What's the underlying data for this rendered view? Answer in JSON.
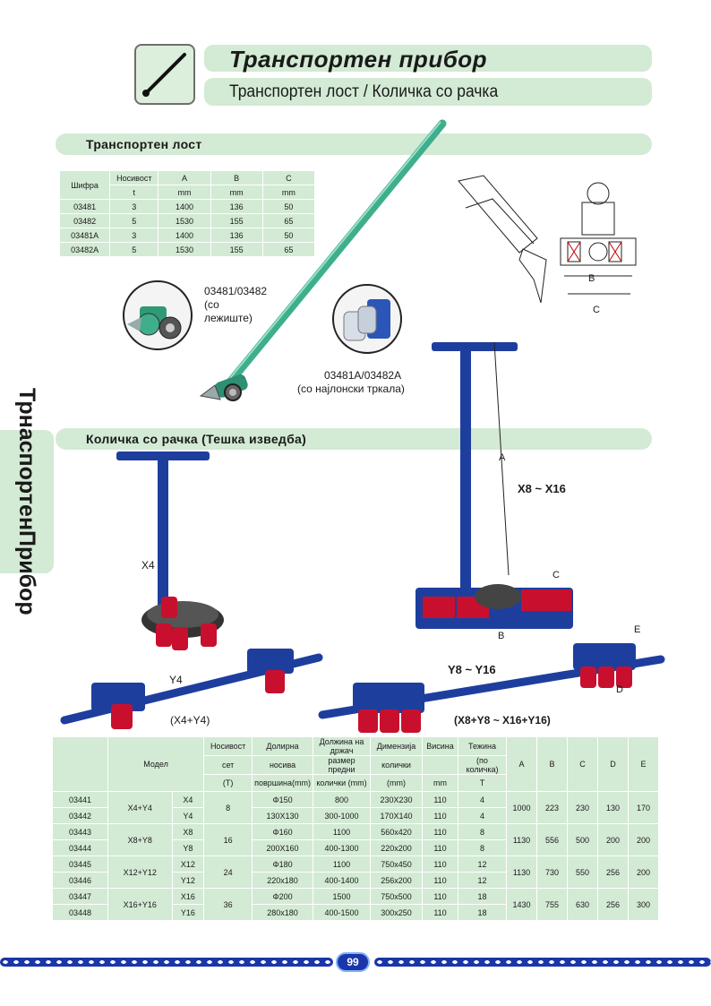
{
  "header": {
    "title": "Транспортен прибор",
    "subtitle": "Транспортен лост / Количка со рачка"
  },
  "side_tab": {
    "line1": "Трнаспортен",
    "line2": "Прибор"
  },
  "section1": {
    "title": "Транспортен лост"
  },
  "table1": {
    "headers": [
      "Шифра",
      "Носивост",
      "A",
      "B",
      "C"
    ],
    "units": [
      "t",
      "mm",
      "mm",
      "mm"
    ],
    "rows": [
      [
        "03481",
        "3",
        "1400",
        "136",
        "50"
      ],
      [
        "03482",
        "5",
        "1530",
        "155",
        "65"
      ],
      [
        "03481A",
        "3",
        "1400",
        "136",
        "50"
      ],
      [
        "03482A",
        "5",
        "1530",
        "155",
        "65"
      ]
    ]
  },
  "callouts": {
    "bearing": "03481/03482\n(со\nлежиште)",
    "nylon_code": "03481A/03482A",
    "nylon_desc": "(со најлонски тркала)"
  },
  "section2": {
    "title": "Количка со рачка  (Тешка изведба)"
  },
  "labels": {
    "x4": "X4",
    "y4": "Y4",
    "x4y4": "(X4+Y4)",
    "x8x16": "X8 ~ X16",
    "y8y16": "Y8 ~ Y16",
    "combo": "(X8+Y8 ~ X16+Y16)",
    "dim_a": "A",
    "dim_b": "B",
    "dim_c": "C",
    "dim_d": "D",
    "dim_e": "E"
  },
  "table2": {
    "headers": {
      "model": "Модел",
      "capacity": [
        "Носивост",
        "сет",
        "(T)"
      ],
      "surface": [
        "Долирна",
        "носива",
        "површина(mm)"
      ],
      "handle": [
        "Должина на држач",
        "размер предни",
        "колички (mm)"
      ],
      "dims": [
        "Димензија",
        "колички",
        "(mm)"
      ],
      "height": [
        "Висина",
        "mm"
      ],
      "weight": [
        "Тежина",
        "(по количка)",
        "T"
      ],
      "a": "A",
      "b": "B",
      "c": "C",
      "d": "D",
      "e": "E"
    },
    "rows": [
      {
        "code": "03441",
        "set": "X4+Y4",
        "unit": "X4",
        "cap": "8",
        "surface": "Φ150",
        "handle": "800",
        "dims": "230X230",
        "height": "110",
        "weight": "4",
        "a": "1000",
        "b": "223",
        "c": "230",
        "d": "130",
        "e": "170"
      },
      {
        "code": "03442",
        "unit": "Y4",
        "surface": "130X130",
        "handle": "300-1000",
        "dims": "170X140",
        "height": "110",
        "weight": "4"
      },
      {
        "code": "03443",
        "set": "X8+Y8",
        "unit": "X8",
        "cap": "16",
        "surface": "Φ160",
        "handle": "1100",
        "dims": "560x420",
        "height": "110",
        "weight": "8",
        "a": "1130",
        "b": "556",
        "c": "500",
        "d": "200",
        "e": "200"
      },
      {
        "code": "03444",
        "unit": "Y8",
        "surface": "200X160",
        "handle": "400-1300",
        "dims": "220x200",
        "height": "110",
        "weight": "8"
      },
      {
        "code": "03445",
        "set": "X12+Y12",
        "unit": "X12",
        "cap": "24",
        "surface": "Φ180",
        "handle": "1100",
        "dims": "750x450",
        "height": "110",
        "weight": "12",
        "a": "1130",
        "b": "730",
        "c": "550",
        "d": "256",
        "e": "200"
      },
      {
        "code": "03446",
        "unit": "Y12",
        "surface": "220x180",
        "handle": "400-1400",
        "dims": "256x200",
        "height": "110",
        "weight": "12"
      },
      {
        "code": "03447",
        "set": "X16+Y16",
        "unit": "X16",
        "cap": "36",
        "surface": "Φ200",
        "handle": "1500",
        "dims": "750x500",
        "height": "110",
        "weight": "18",
        "a": "1430",
        "b": "755",
        "c": "630",
        "d": "256",
        "e": "300"
      },
      {
        "code": "03448",
        "unit": "Y16",
        "surface": "280x180",
        "handle": "400-1500",
        "dims": "300x250",
        "height": "110",
        "weight": "18"
      }
    ]
  },
  "footer": {
    "page": "99"
  },
  "colors": {
    "green": "#d3ead5",
    "blue": "#1a36a8",
    "red": "#c8102e",
    "lever": "#3fae8c"
  }
}
